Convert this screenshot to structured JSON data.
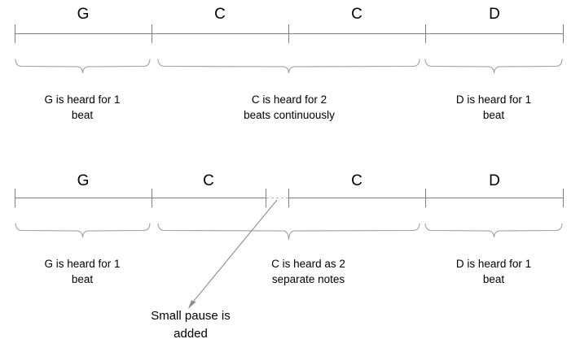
{
  "figure": {
    "title": "",
    "colors": {
      "line": "#808080",
      "brace": "#9a9a9a",
      "arrow": "#8c8c8c",
      "text": "#000000",
      "background": "#ffffff"
    }
  },
  "diagrams": [
    {
      "id": "continuous-note-timeline",
      "notes": [
        {
          "label": "G",
          "beats": 1
        },
        {
          "label": "C",
          "beats": 1
        },
        {
          "label": "C",
          "beats": 1
        },
        {
          "label": "D",
          "beats": 1
        }
      ],
      "has_gap": false,
      "captions": [
        {
          "line1": "G is heard for 1",
          "line2": "beat",
          "spans": 1
        },
        {
          "line1": "C is heard for 2",
          "line2": "beats continuously",
          "spans": 2
        },
        {
          "line1": "D is heard for 1",
          "line2": "beat",
          "spans": 1
        }
      ]
    },
    {
      "id": "separated-note-timeline",
      "notes": [
        {
          "label": "G",
          "beats": 1
        },
        {
          "label": "C",
          "beats": 1
        },
        {
          "label": "C",
          "beats": 1
        },
        {
          "label": "D",
          "beats": 1
        }
      ],
      "has_gap": true,
      "captions": [
        {
          "line1": "G is heard for 1",
          "line2": "beat",
          "spans": 1
        },
        {
          "line1": "C is heard as 2",
          "line2": "separate notes",
          "spans": 2
        },
        {
          "line1": "D is heard for 1",
          "line2": "beat",
          "spans": 1
        }
      ],
      "annotation": {
        "line1": "Small pause is",
        "line2": "added",
        "points_to": "gap-between-second-and-third-beat"
      }
    }
  ]
}
